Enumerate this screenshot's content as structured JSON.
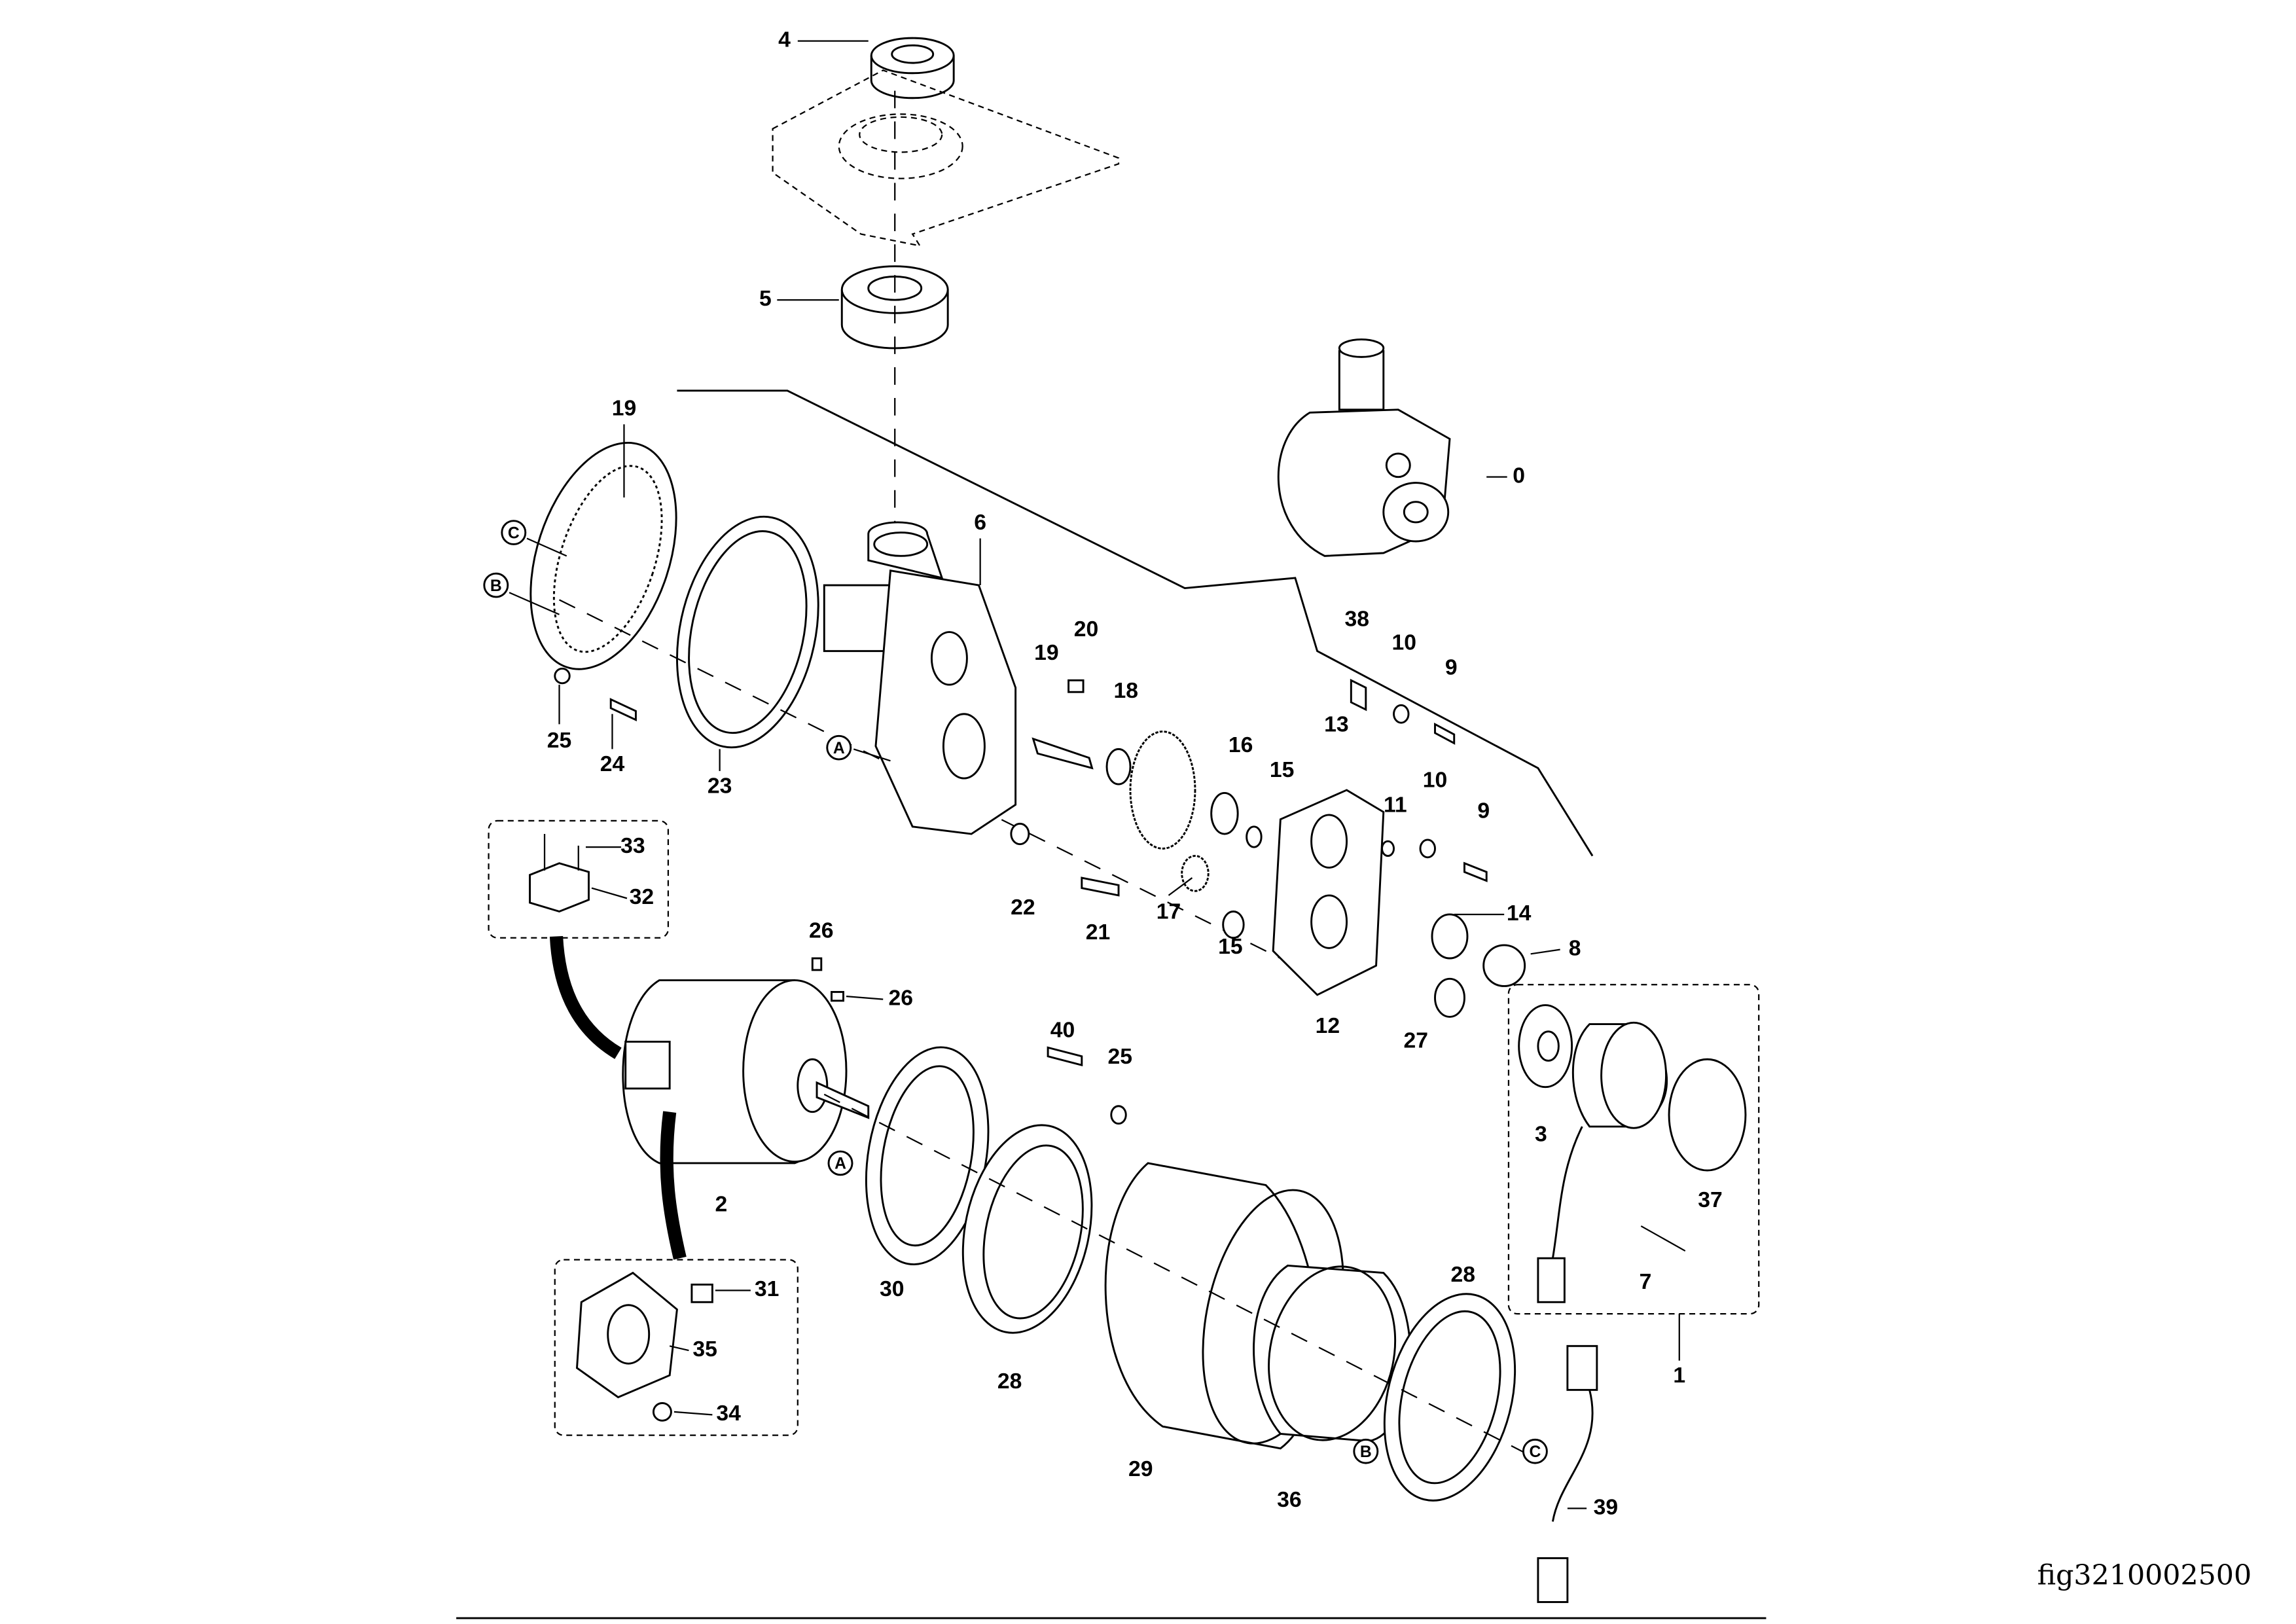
{
  "figure_id": "fig3210002500",
  "callouts": [
    "4",
    "5",
    "19",
    "C",
    "B",
    "25",
    "24",
    "23",
    "6",
    "A",
    "19",
    "20",
    "18",
    "16",
    "15",
    "38",
    "10",
    "9",
    "13",
    "11",
    "10",
    "9",
    "22",
    "21",
    "17",
    "15",
    "14",
    "8",
    "12",
    "27",
    "33",
    "32",
    "26",
    "26",
    "40",
    "25",
    "A",
    "2",
    "3",
    "37",
    "7",
    "1",
    "30",
    "28",
    "28",
    "29",
    "36",
    "B",
    "C",
    "31",
    "35",
    "34",
    "39",
    "0"
  ]
}
